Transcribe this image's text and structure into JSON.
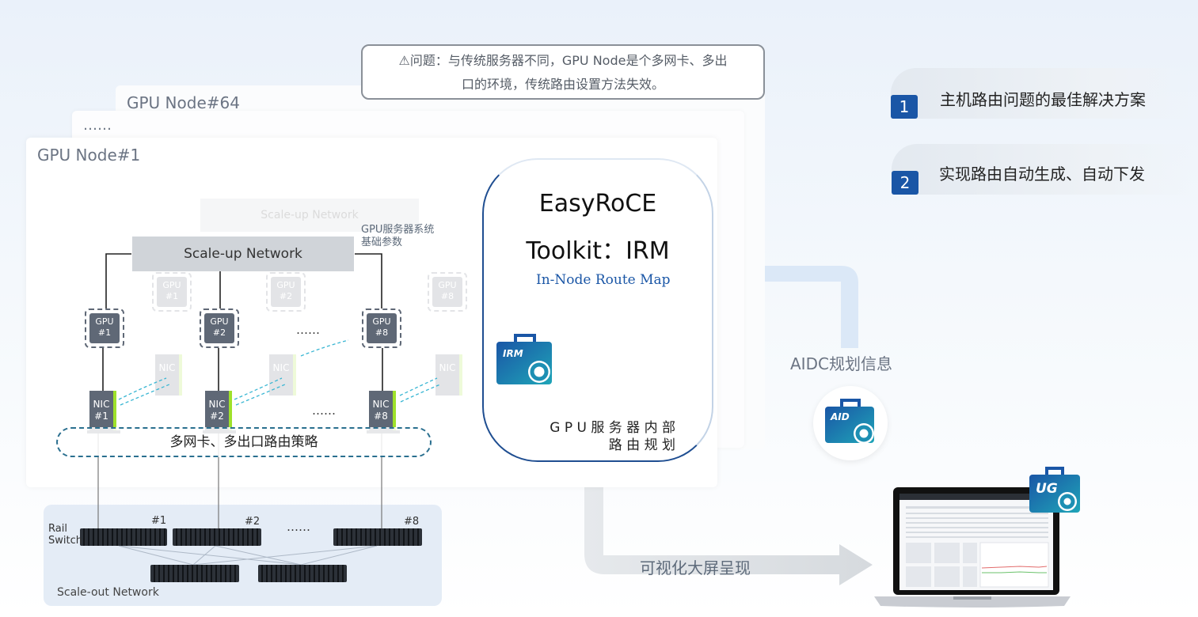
{
  "problem": {
    "line1": "⚠问题：与传统服务器不同，GPU Node是个多网卡、多出",
    "line2": "口的环境，传统路由设置方法失效。"
  },
  "nodes": {
    "back_title": "GPU Node#64",
    "middle_title": "……",
    "front_title": "GPU Node#1"
  },
  "benefits": [
    {
      "num": "1",
      "text": "主机路由问题的最佳解决方案"
    },
    {
      "num": "2",
      "text": "实现路由自动生成、自动下发"
    }
  ],
  "scaleup": {
    "label": "Scale-up Network"
  },
  "gpus": [
    {
      "line1": "GPU",
      "line2": "#1"
    },
    {
      "line1": "GPU",
      "line2": "#2"
    },
    {
      "line1": "GPU",
      "line2": "#8"
    }
  ],
  "nics": [
    {
      "line1": "NIC",
      "line2": "#1"
    },
    {
      "line1": "NIC",
      "line2": "#2"
    },
    {
      "line1": "NIC",
      "line2": "#8"
    }
  ],
  "ghost": {
    "scaleup": "Scale-up Network",
    "gpu1": "GPU #1",
    "gpu2": "GPU #2",
    "gpu8": "GPU #8",
    "nic": "NIC"
  },
  "ellipsis": "……",
  "policy": {
    "label": "多网卡、多出口路由策略"
  },
  "param_arrow": {
    "line1": "GPU服务器系统",
    "line2": "基础参数"
  },
  "irm": {
    "title1": "EasyRoCE",
    "title2": "Toolkit：IRM",
    "subtitle": "In-Node Route Map",
    "icon_label": "IRM",
    "caption1": "G P U 服 务 器 内 部",
    "caption2": "路 由 规 划"
  },
  "aidc": {
    "label": "AIDC规划信息",
    "icon_label": "AID"
  },
  "visual": {
    "label": "可视化大屏呈现"
  },
  "ug": {
    "icon_label": "UG"
  },
  "scaleout": {
    "label": "Scale-out Network",
    "rail1": "Rail",
    "rail2": "Switch",
    "sw1": "#1",
    "sw2": "#2",
    "sw8": "#8"
  },
  "colors": {
    "accent": "#1a56a6",
    "nic_stripe": "#9ee12a",
    "chip": "#5f6876",
    "icon_teal": "#1d8fb3"
  }
}
